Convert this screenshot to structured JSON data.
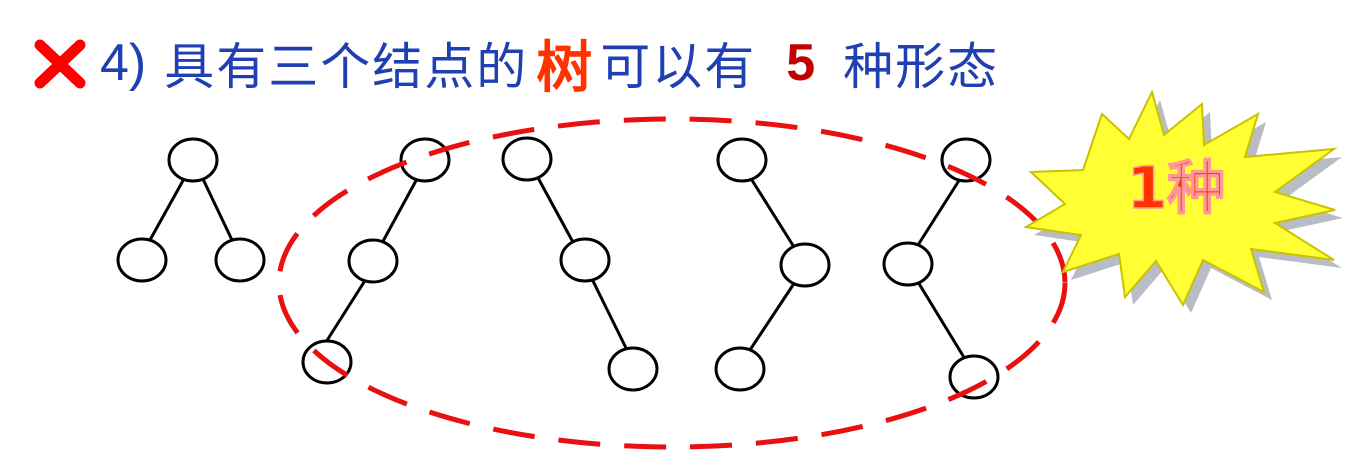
{
  "title": {
    "number": "4)",
    "prefix": "具有三个结点的",
    "highlight": "树",
    "middle": "可以有",
    "count": "5",
    "suffix": "种形态"
  },
  "badge": {
    "label": "1种"
  },
  "colors": {
    "title_text": "#1f3fb3",
    "highlight": "#ff3300",
    "count": "#c00000",
    "cross": "#ff0000",
    "ellipse": "#e81010",
    "burst_fill": "#ffff33",
    "burst_shadow": "#b8bcc4"
  }
}
